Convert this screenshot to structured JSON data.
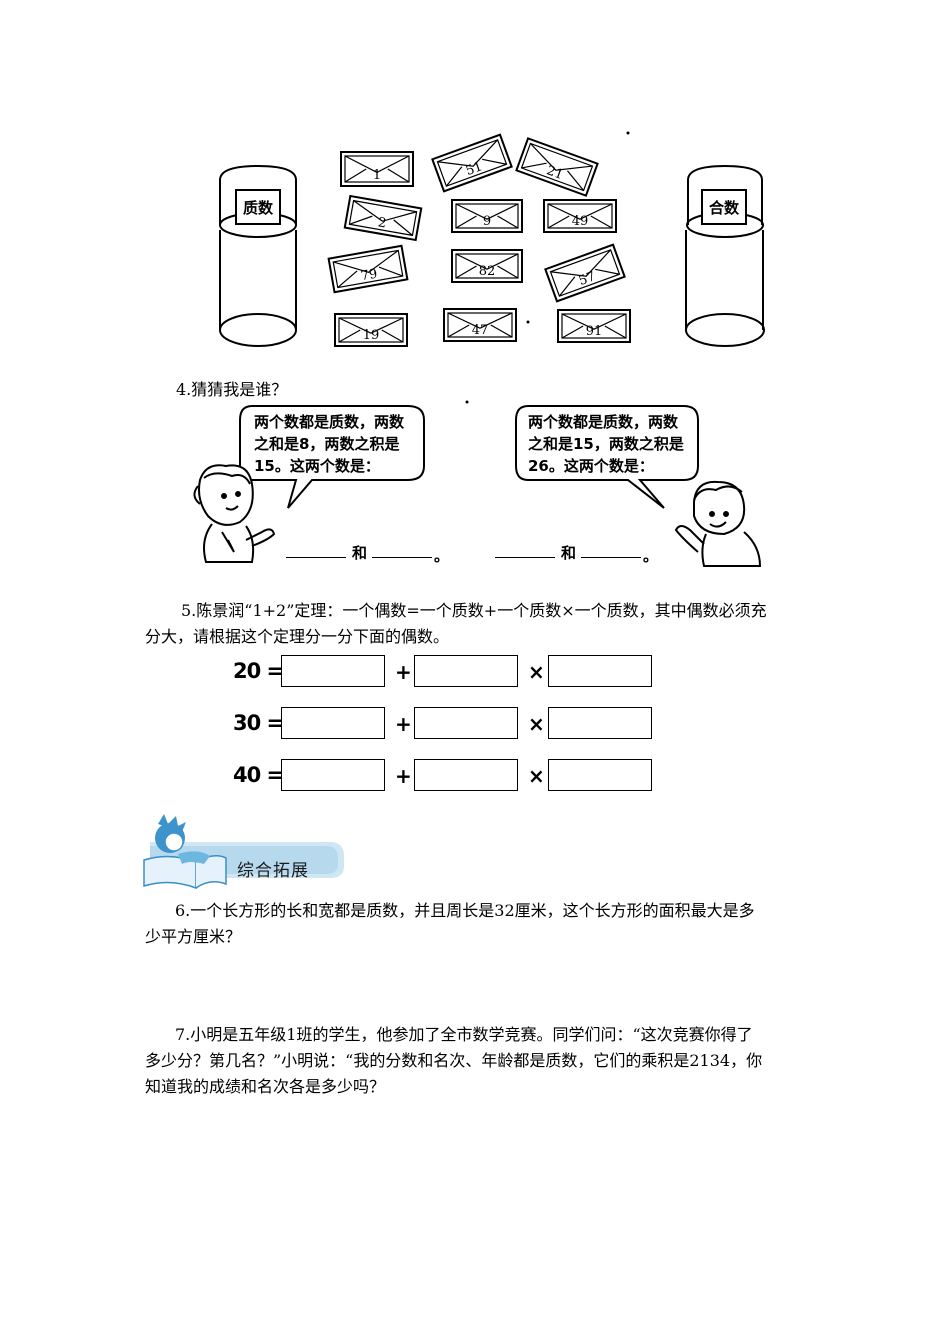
{
  "jars": {
    "prime_label": "质数",
    "composite_label": "合数"
  },
  "envelopes": [
    "1",
    "51",
    "21",
    "2",
    "9",
    "49",
    "79",
    "82",
    "57",
    "19",
    "47",
    "91"
  ],
  "q4": {
    "title": "4.猜猜我是谁？",
    "girl_bubble": [
      "两个数都是质数，两数",
      "之和是8，两数之积是",
      "15。这两个数是："
    ],
    "boy_bubble": [
      "两个数都是质数，两数",
      "之和是15，两数之积是",
      "26。这两个数是："
    ],
    "and_word": "和",
    "period": "。"
  },
  "q5": {
    "line1": "5.陈景润“1+2”定理：一个偶数=一个质数+一个质数×一个质数，其中偶数必须充",
    "line2": "分大，请根据这个定理分一分下面的偶数。",
    "rows": [
      {
        "label": "20 ="
      },
      {
        "label": "30 ="
      },
      {
        "label": "40 ="
      }
    ],
    "plus": "+",
    "times": "×"
  },
  "section": {
    "title": "综合拓展"
  },
  "q6": {
    "line1": "6.一个长方形的长和宽都是质数，并且周长是32厘米，这个长方形的面积最大是多",
    "line2": "少平方厘米？"
  },
  "q7": {
    "line1": "7.小明是五年级1班的学生，他参加了全市数学竞赛。同学们问：“这次竞赛你得了",
    "line2": "多少分？第几名？”小明说：“我的分数和名次、年龄都是质数，它们的乘积是2134，你",
    "line3": "知道我的成绩和名次各是多少吗？"
  }
}
